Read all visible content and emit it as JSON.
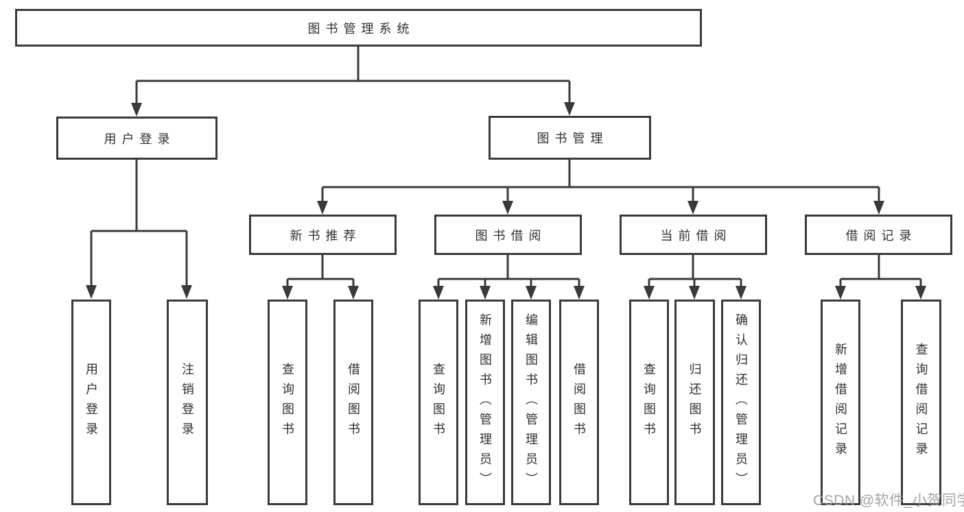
{
  "diagram": {
    "title": "图书管理系统",
    "branches": {
      "user_login": {
        "label": "用户登录",
        "children": [
          "用户登录",
          "注销登录"
        ]
      },
      "book_mgmt": {
        "label": "图书管理"
      }
    },
    "groups": [
      {
        "label": "新书推荐",
        "children": [
          "查询图书",
          "借阅图书"
        ]
      },
      {
        "label": "图书借阅",
        "children": [
          "查询图书",
          "新增图书（管理员）",
          "编辑图书（管理员）",
          "借阅图书"
        ]
      },
      {
        "label": "当前借阅",
        "children": [
          "查询图书",
          "归还图书",
          "确认归还（管理员）"
        ]
      },
      {
        "label": "借阅记录",
        "children": [
          "新增借阅记录",
          "查询借阅记录"
        ]
      }
    ],
    "watermark": "CSDN @软件_小贺同学",
    "colors": {
      "line": "#3a3a3a",
      "text": "#2f2f2f",
      "watermark": "#9e9e9e",
      "background": "#ffffff"
    }
  }
}
